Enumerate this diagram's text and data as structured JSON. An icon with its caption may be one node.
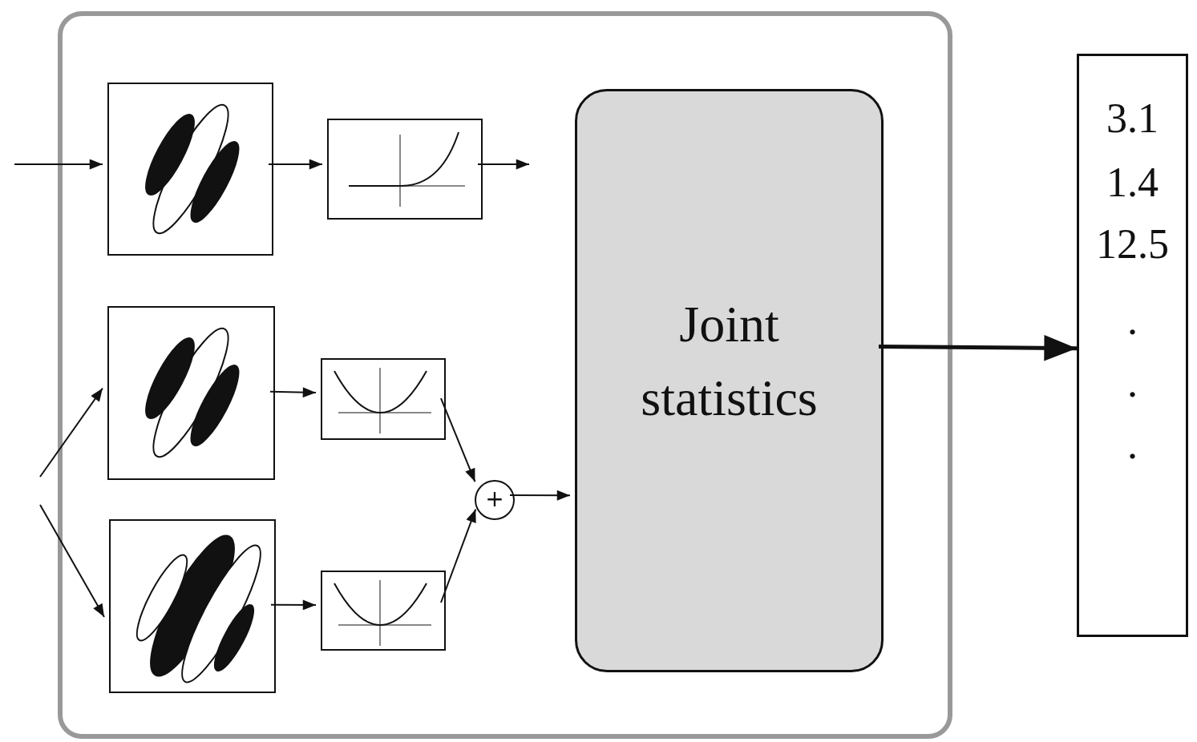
{
  "diagram": {
    "nodes": [
      {
        "text": [],
        "shape": "box"
      },
      {
        "text": [],
        "shape": "picture",
        "in": 0
      },
      {
        "text": [],
        "shape": "picture",
        "in": 0
      },
      {
        "text": [],
        "shape": "picture",
        "in": 0
      },
      {
        "text": [],
        "shape": "picture",
        "in": 0
      },
      {
        "text": [],
        "shape": "picture",
        "in": 0
      },
      {
        "text": [],
        "shape": "picture",
        "in": 0
      },
      {
        "text": [
          "+"
        ],
        "in": 0
      },
      {
        "text": [
          "Joint statistics"
        ],
        "in": 0
      },
      {
        "text": [
          "3.1",
          "1.4",
          "12.5",
          ".",
          ".",
          "."
        ]
      }
    ],
    "edges": [
      {
        "from": null,
        "to": 1,
        "arrow": "to"
      },
      {
        "from": 1,
        "to": 2,
        "arrow": "to"
      },
      {
        "from": 2,
        "to": null,
        "arrow": "to"
      },
      {
        "from": null,
        "to": 3,
        "arrow": "to"
      },
      {
        "from": null,
        "to": 5,
        "arrow": "to"
      },
      {
        "from": 3,
        "to": 4,
        "arrow": "to"
      },
      {
        "from": 5,
        "to": 6,
        "arrow": "to"
      },
      {
        "from": 4,
        "to": 7,
        "arrow": "to"
      },
      {
        "from": 6,
        "to": 7,
        "arrow": "to"
      },
      {
        "from": 7,
        "to": 8,
        "arrow": "to"
      },
      {
        "from": 8,
        "to": 9,
        "arrow": "to",
        "style": "thick"
      }
    ]
  }
}
